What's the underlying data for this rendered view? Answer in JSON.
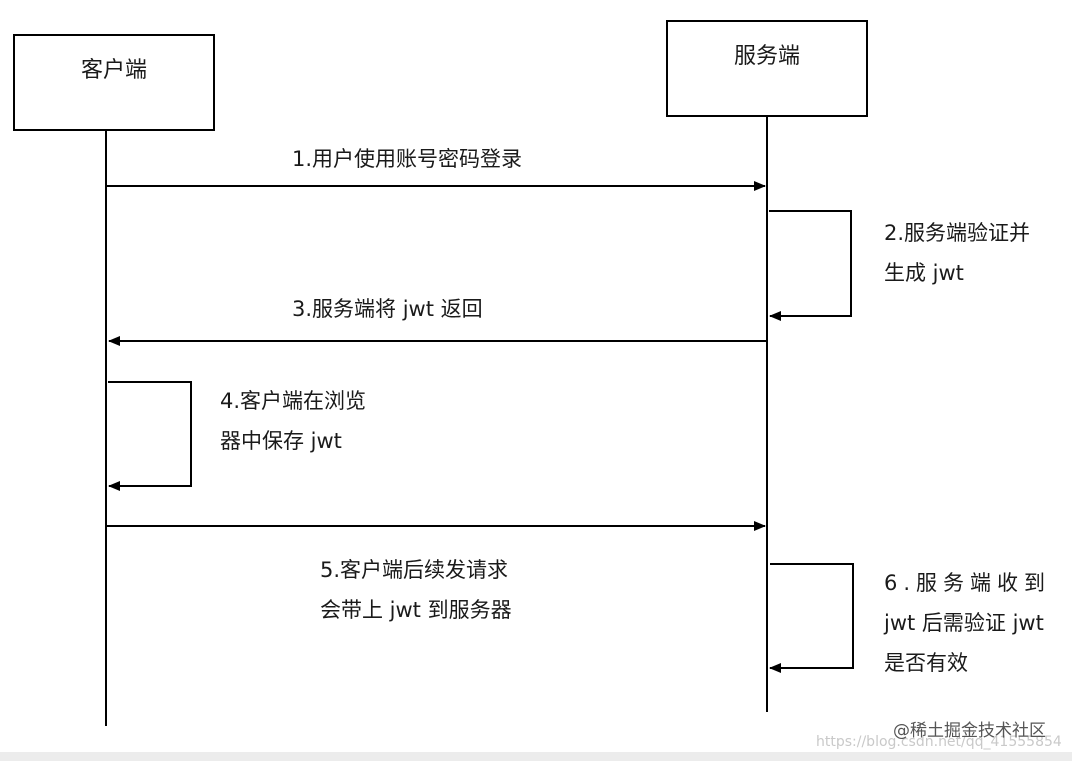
{
  "actors": {
    "client": "客户端",
    "server": "服务端"
  },
  "steps": {
    "s1": "1.用户使用账号密码登录",
    "s2": [
      "2.服务端验证并",
      "生成 jwt"
    ],
    "s3": "3.服务端将 jwt 返回",
    "s4": [
      "4.客户端在浏览",
      "器中保存 jwt"
    ],
    "s5": [
      "5.客户端后续发请求",
      "会带上 jwt 到服务器"
    ],
    "s6": [
      "6.服务端收到",
      "jwt 后需验证 jwt",
      "是否有效"
    ]
  },
  "watermark": {
    "brand": "@稀土掘金技术社区",
    "url": "https://blog.csdn.net/qq_41555854"
  },
  "colors": {
    "line": "#000000",
    "background": "#ffffff"
  }
}
